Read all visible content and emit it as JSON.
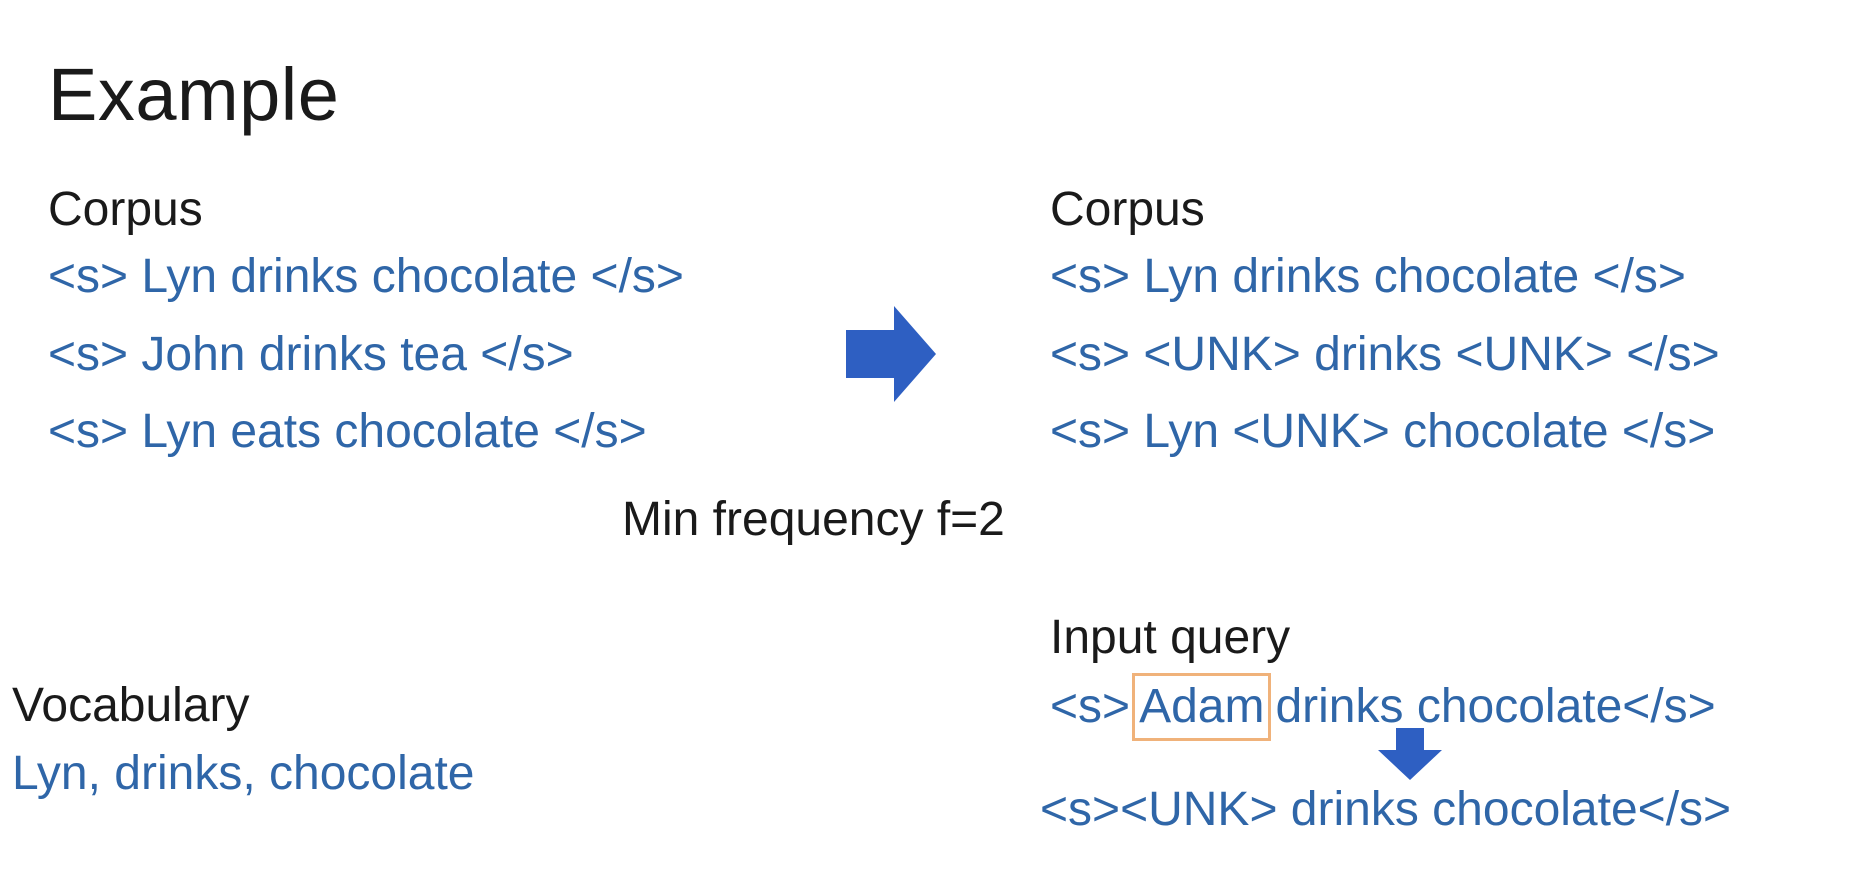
{
  "title": "Example",
  "left_corpus": {
    "heading": "Corpus",
    "lines": [
      "<s> Lyn drinks chocolate </s>",
      "<s> John drinks tea </s>",
      "<s> Lyn eats chocolate </s>"
    ]
  },
  "right_corpus": {
    "heading": "Corpus",
    "lines": [
      "<s> Lyn drinks chocolate </s>",
      "<s> <UNK> drinks <UNK> </s>",
      "<s> Lyn <UNK> chocolate </s>"
    ]
  },
  "min_frequency": "Min frequency f=2",
  "vocabulary": {
    "heading": "Vocabulary",
    "values": "Lyn, drinks, chocolate"
  },
  "input_query": {
    "heading": "Input query",
    "prefix": "<s>",
    "highlighted_word": "Adam",
    "suffix": "drinks chocolate</s>",
    "result": "<s><UNK> drinks chocolate</s>"
  },
  "colors": {
    "text_blue": "#2f66a8",
    "arrow_blue": "#2e5fc2",
    "highlight_box": "#f0b27a"
  },
  "icons": {
    "transform_arrow": "right-arrow-icon",
    "result_arrow": "down-arrow-icon"
  }
}
